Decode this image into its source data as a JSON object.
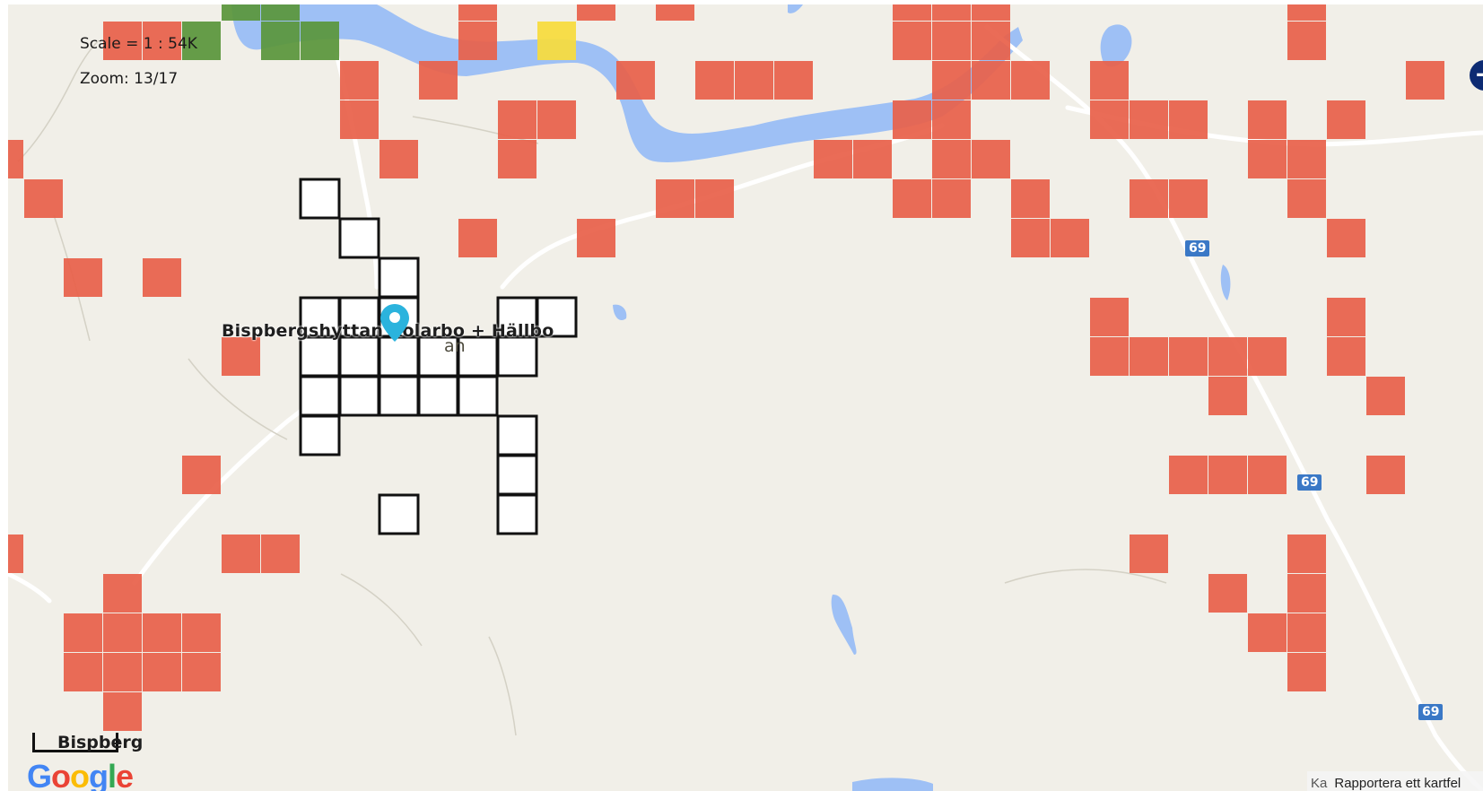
{
  "map": {
    "scale_label": "Scale = 1 : 54K",
    "zoom_label": "Zoom: 13/17",
    "place_label": "Bispbergshyttan   Kolarbo + Hällbo",
    "place_label_sub": "an",
    "bottom_place_label": "Bispberg",
    "road_number": "69",
    "zoom_in_symbol": "+",
    "google_logo": [
      "G",
      "o",
      "o",
      "g",
      "l",
      "e"
    ],
    "attribution_truncated": "Ka",
    "report_link": "Rapportera ett kartfel"
  },
  "colors": {
    "land": "#f1efe8",
    "water": "#9ec0f5",
    "red_tile": "#e8614a",
    "green_tile": "#5a963b",
    "yellow_tile": "#f7dc3c",
    "white_tile": "#ffffff",
    "tile_outline": "#111111",
    "road": "#ffffff",
    "pin": "#2bb3dd",
    "google": [
      "#4285F4",
      "#EA4335",
      "#FBBC05",
      "#4285F4",
      "#34A853",
      "#EA4335"
    ]
  },
  "icons": {
    "pin": "map-marker-icon",
    "zoom": "plus-circle-icon"
  }
}
